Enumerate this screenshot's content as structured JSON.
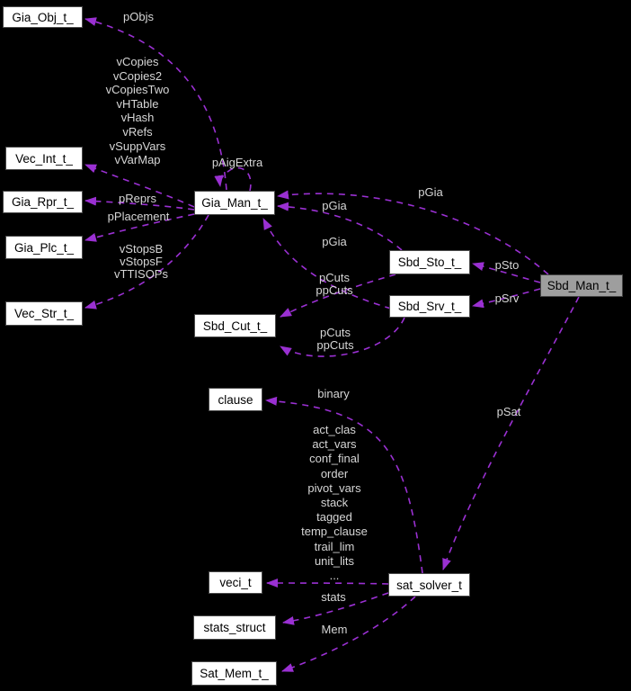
{
  "colors": {
    "bg": "#000000",
    "edge": "#9a30d2",
    "elabel": "#d6d6d6",
    "nodefill": "#ffffff",
    "nodeborder": "#4a4a4a",
    "nodetext": "#000000",
    "hlfill": "#9e9e9e",
    "hlborder": "#454545"
  },
  "diagram": {
    "nodes": {
      "gia_obj": {
        "label": "Gia_Obj_t_"
      },
      "vec_int": {
        "label": "Vec_Int_t_"
      },
      "gia_rpr": {
        "label": "Gia_Rpr_t_"
      },
      "gia_plc": {
        "label": "Gia_Plc_t_"
      },
      "vec_str": {
        "label": "Vec_Str_t_"
      },
      "gia_man": {
        "label": "Gia_Man_t_"
      },
      "sbd_cut": {
        "label": "Sbd_Cut_t_"
      },
      "clause": {
        "label": "clause"
      },
      "sbd_sto": {
        "label": "Sbd_Sto_t_"
      },
      "sbd_srv": {
        "label": "Sbd_Srv_t_"
      },
      "sbd_man": {
        "label": "Sbd_Man_t_"
      },
      "veci": {
        "label": "veci_t"
      },
      "stats_struct": {
        "label": "stats_struct"
      },
      "sat_mem": {
        "label": "Sat_Mem_t_"
      },
      "sat_solver": {
        "label": "sat_solver_t"
      }
    },
    "edge_labels": {
      "pObjs": "pObjs",
      "vecint_fields": "vCopies\nvCopies2\nvCopiesTwo\nvHTable\nvHash\nvRefs\nvSuppVars\nvVarMap",
      "pAigExtra": "pAigExtra",
      "pReprs": "pReprs",
      "pPlacement": "pPlacement",
      "vecstr_fields": "vStopsB\nvStopsF\nvTTISOPs",
      "pGia_from_sbd_man": "pGia",
      "pGia_from_sbd_sto": "pGia",
      "pGia_from_sbd_srv": "pGia",
      "pSto": "pSto",
      "pSrv": "pSrv",
      "pCuts_from_sbd_sto": "pCuts\nppCuts",
      "pCuts_from_sbd_srv": "pCuts\nppCuts",
      "pSat": "pSat",
      "binary": "binary",
      "veci_fields": "act_clas\nact_vars\nconf_final\norder\npivot_vars\nstack\ntagged\ntemp_clause\ntrail_lim\nunit_lits\n...",
      "stats": "stats",
      "Mem": "Mem"
    }
  }
}
